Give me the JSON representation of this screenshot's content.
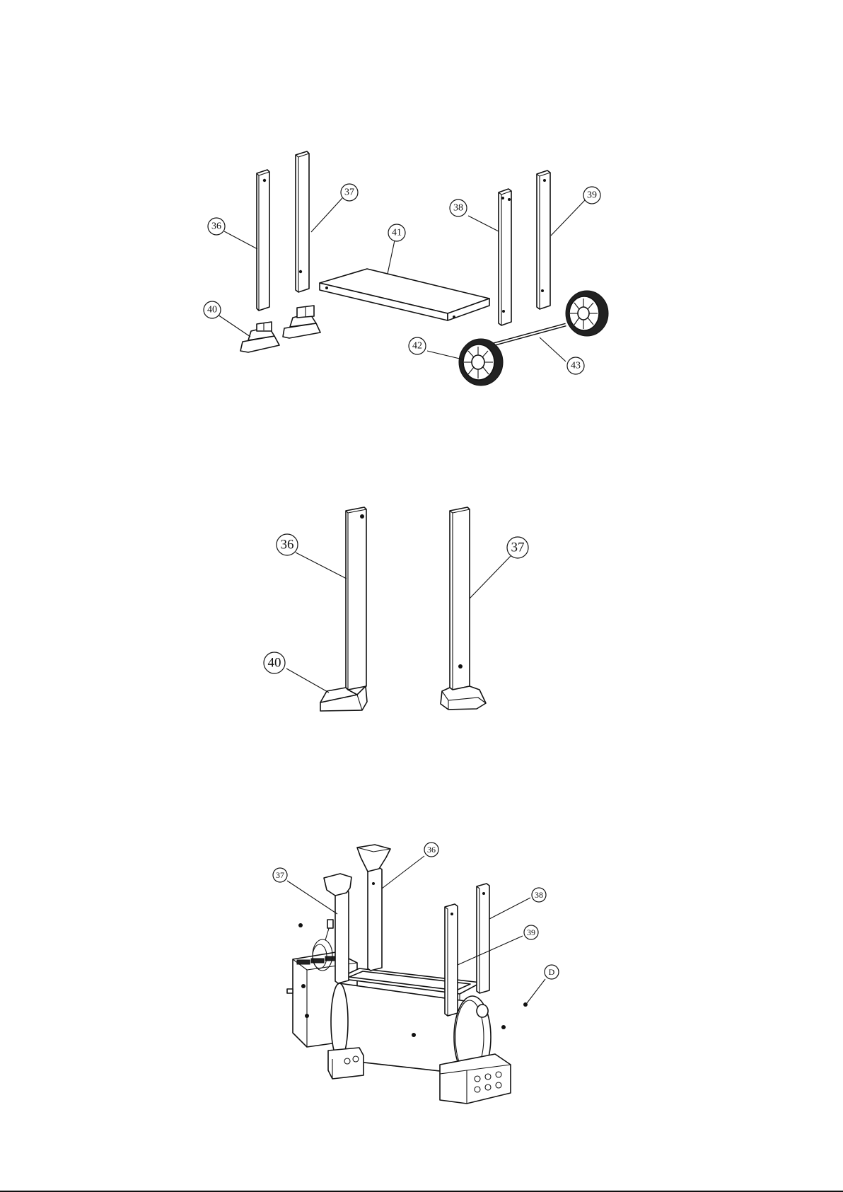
{
  "figure_1": {
    "callouts": [
      "36",
      "37",
      "38",
      "39",
      "40",
      "41",
      "42",
      "43"
    ]
  },
  "figure_2": {
    "callouts": [
      "36",
      "37",
      "40"
    ]
  },
  "figure_3": {
    "callouts": [
      "36",
      "37",
      "38",
      "39",
      "D"
    ]
  },
  "colors": {
    "line": "#111111",
    "background": "#ffffff"
  }
}
